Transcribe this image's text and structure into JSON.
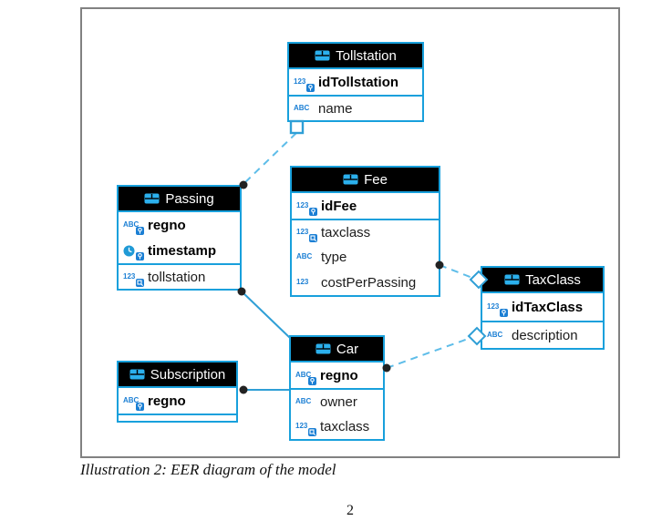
{
  "page": {
    "caption": "Illustration 2: EER diagram of the model",
    "page_number": "2"
  },
  "diagram": {
    "tables": {
      "tollstation": {
        "title": "Tollstation",
        "columns": {
          "id": "idTollstation",
          "name": "name"
        }
      },
      "fee": {
        "title": "Fee",
        "columns": {
          "id": "idFee",
          "taxclass": "taxclass",
          "type": "type",
          "cost": "costPerPassing"
        }
      },
      "passing": {
        "title": "Passing",
        "columns": {
          "regno": "regno",
          "timestamp": "timestamp",
          "tollstation": "tollstation"
        }
      },
      "subscription": {
        "title": "Subscription",
        "columns": {
          "regno": "regno"
        }
      },
      "car": {
        "title": "Car",
        "columns": {
          "regno": "regno",
          "owner": "owner",
          "taxclass": "taxclass"
        }
      },
      "taxclass": {
        "title": "TaxClass",
        "columns": {
          "id": "idTaxClass",
          "description": "description"
        }
      }
    },
    "relations": [
      {
        "from": "Passing",
        "to": "Tollstation",
        "style": "dashed"
      },
      {
        "from": "Passing",
        "to": "Car",
        "style": "solid"
      },
      {
        "from": "Subscription",
        "to": "Car",
        "style": "solid"
      },
      {
        "from": "Fee",
        "to": "TaxClass",
        "style": "dashed"
      },
      {
        "from": "Car",
        "to": "TaxClass",
        "style": "dashed"
      }
    ],
    "icons": {
      "header": "table-icon",
      "primary_key": "key-badge-icon",
      "foreign_key": "fk-badge-icon",
      "numeric": "numeric-123-icon",
      "text": "text-abc-icon",
      "datetime": "clock-icon"
    },
    "colors": {
      "accent_blue": "#18a0dc",
      "dashed_line": "#5ebde9",
      "solid_line": "#2f9fd6",
      "header_bg": "#000000",
      "header_text": "#ffffff",
      "connector_dot": "#222222",
      "frame_border": "#818181"
    }
  }
}
